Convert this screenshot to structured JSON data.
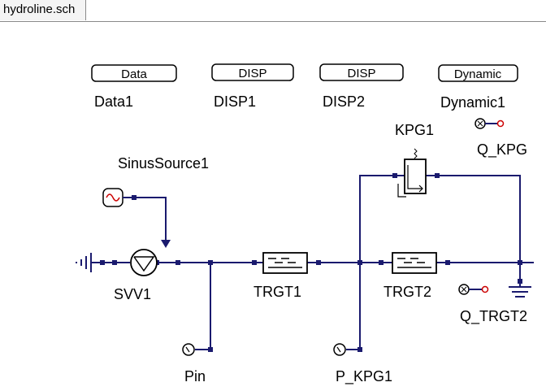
{
  "tab": {
    "title": "hydroline.sch"
  },
  "colors": {
    "wire": "#1a1a6e",
    "port_red": "#cc0000",
    "background": "#ffffff"
  },
  "blocks": {
    "data": {
      "text": "Data",
      "name": "Data1"
    },
    "disp1": {
      "text": "DISP",
      "name": "DISP1"
    },
    "disp2": {
      "text": "DISP",
      "name": "DISP2"
    },
    "dynamic": {
      "text": "Dynamic",
      "name": "Dynamic1"
    }
  },
  "components": {
    "sinus_source": "SinusSource1",
    "svv": "SVV1",
    "trgt1": "TRGT1",
    "trgt2": "TRGT2",
    "kpg": "KPG1"
  },
  "sensors": {
    "pin": "Pin",
    "p_kpg": "P_KPG1",
    "q_kpg": "Q_KPG",
    "q_trgt": "Q_TRGT2"
  }
}
